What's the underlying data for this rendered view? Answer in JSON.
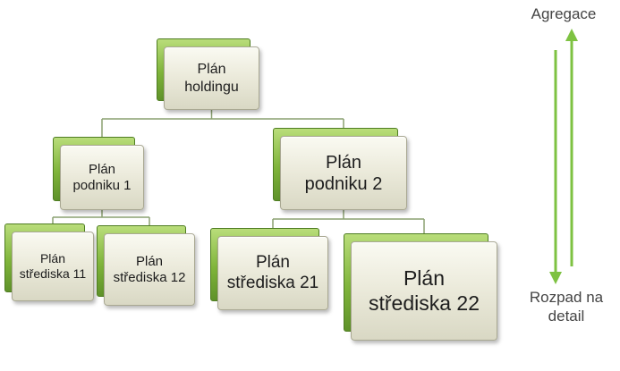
{
  "diagram": {
    "nodes": [
      {
        "id": "holding",
        "text": "Plán\nholdingu"
      },
      {
        "id": "podnik1",
        "text": "Plán\npodniku 1"
      },
      {
        "id": "podnik2",
        "text": "Plán\npodniku 2"
      },
      {
        "id": "stredisko11",
        "text": "Plán\nstřediska 11"
      },
      {
        "id": "stredisko12",
        "text": "Plán\nstřediska 12"
      },
      {
        "id": "stredisko21",
        "text": "Plán\nstřediska 21"
      },
      {
        "id": "stredisko22",
        "text": "Plán\nstřediska 22"
      }
    ],
    "edges": [
      {
        "from": "holding",
        "to": "podnik1"
      },
      {
        "from": "holding",
        "to": "podnik2"
      },
      {
        "from": "podnik1",
        "to": "stredisko11"
      },
      {
        "from": "podnik1",
        "to": "stredisko12"
      },
      {
        "from": "podnik2",
        "to": "stredisko21"
      },
      {
        "from": "podnik2",
        "to": "stredisko22"
      }
    ],
    "up_arrow_label": "Agregace",
    "down_arrow_label": "Rozpad na\ndetail"
  },
  "colors": {
    "accent_green": "#7ec242",
    "connector": "#8aa070",
    "label_text": "#444444"
  }
}
